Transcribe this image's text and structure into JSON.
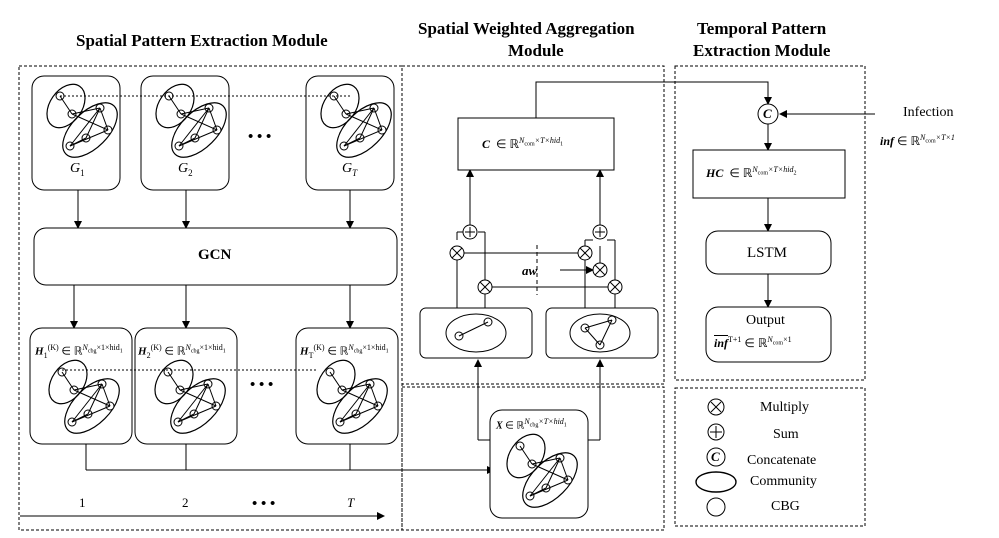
{
  "titles": {
    "spatial_extraction": "Spatial Pattern Extraction Module",
    "spatial_aggregation_1": "Spatial Weighted Aggregation",
    "spatial_aggregation_2": "Module",
    "temporal_1": "Temporal Pattern",
    "temporal_2": "Extraction Module"
  },
  "graphs": {
    "g1": "G",
    "g1_sub": "1",
    "g2": "G",
    "g2_sub": "2",
    "gT": "G",
    "gT_sub": "T",
    "dots": "• • •"
  },
  "gcn_label": "GCN",
  "h_labels": {
    "h": "H",
    "h1_sub": "1",
    "h2_sub": "2",
    "hT_sub": "T",
    "sup": "(K)",
    "space": "∈ ℝ",
    "dims": "N",
    "dims_sub": "cbg",
    "dims_tail": "×1×hid",
    "dims_tail_sub": "1"
  },
  "aggregation": {
    "c_label": "C",
    "c_space": "∈ ℝ",
    "c_dims": "N",
    "c_dims_sub": "com",
    "c_tail": "×T×hid",
    "c_tail_sub": "1",
    "aw_label": "aw",
    "x_label": "X",
    "x_space": "∈ ℝ",
    "x_dims": "N",
    "x_dims_sub": "cbg",
    "x_tail": "×T×hid",
    "x_tail_sub": "1"
  },
  "temporal": {
    "concat_symbol": "C",
    "infection_label": "Infection",
    "inf_label": "inf",
    "inf_space": "∈ ℝ",
    "inf_dims": "N",
    "inf_dims_sub": "com",
    "inf_tail": "×T×1",
    "hc_label": "HC",
    "hc_space": "∈ ℝ",
    "hc_dims": "N",
    "hc_dims_sub": "com",
    "hc_tail": "×T×hid",
    "hc_tail_sub": "2",
    "lstm_label": "LSTM",
    "output_label": "Output",
    "out_inf": "inf",
    "out_sup": "T+1",
    "out_space": "∈ ℝ",
    "out_dims": "N",
    "out_dims_sub": "com",
    "out_tail": "×1"
  },
  "legend": {
    "multiply": "Multiply",
    "sum": "Sum",
    "concatenate": "Concatenate",
    "concat_symbol": "C",
    "community": "Community",
    "cbg": "CBG"
  },
  "timeline": {
    "t1": "1",
    "t2": "2",
    "dots": "• • •",
    "tT": "T"
  }
}
